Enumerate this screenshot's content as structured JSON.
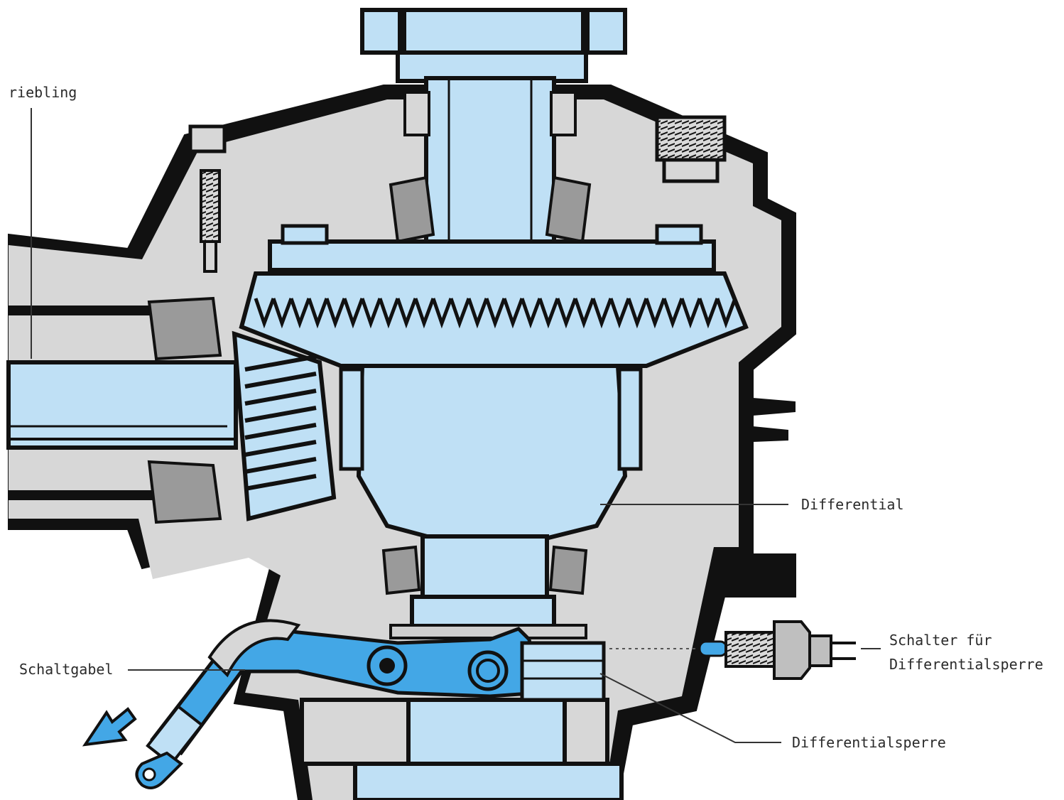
{
  "labels": {
    "pinion": "riebling",
    "differential": "Differential",
    "switch_line1": "Schalter für",
    "switch_line2": "Differentialsperre",
    "shift_fork": "Schaltgabel",
    "diff_lock": "Differentialsperre"
  },
  "colors": {
    "metal_blue": "#bfe0f5",
    "housing_gray": "#d7d7d7",
    "outline": "#111111",
    "fork_blue": "#43a7e6",
    "leader": "#333333"
  }
}
